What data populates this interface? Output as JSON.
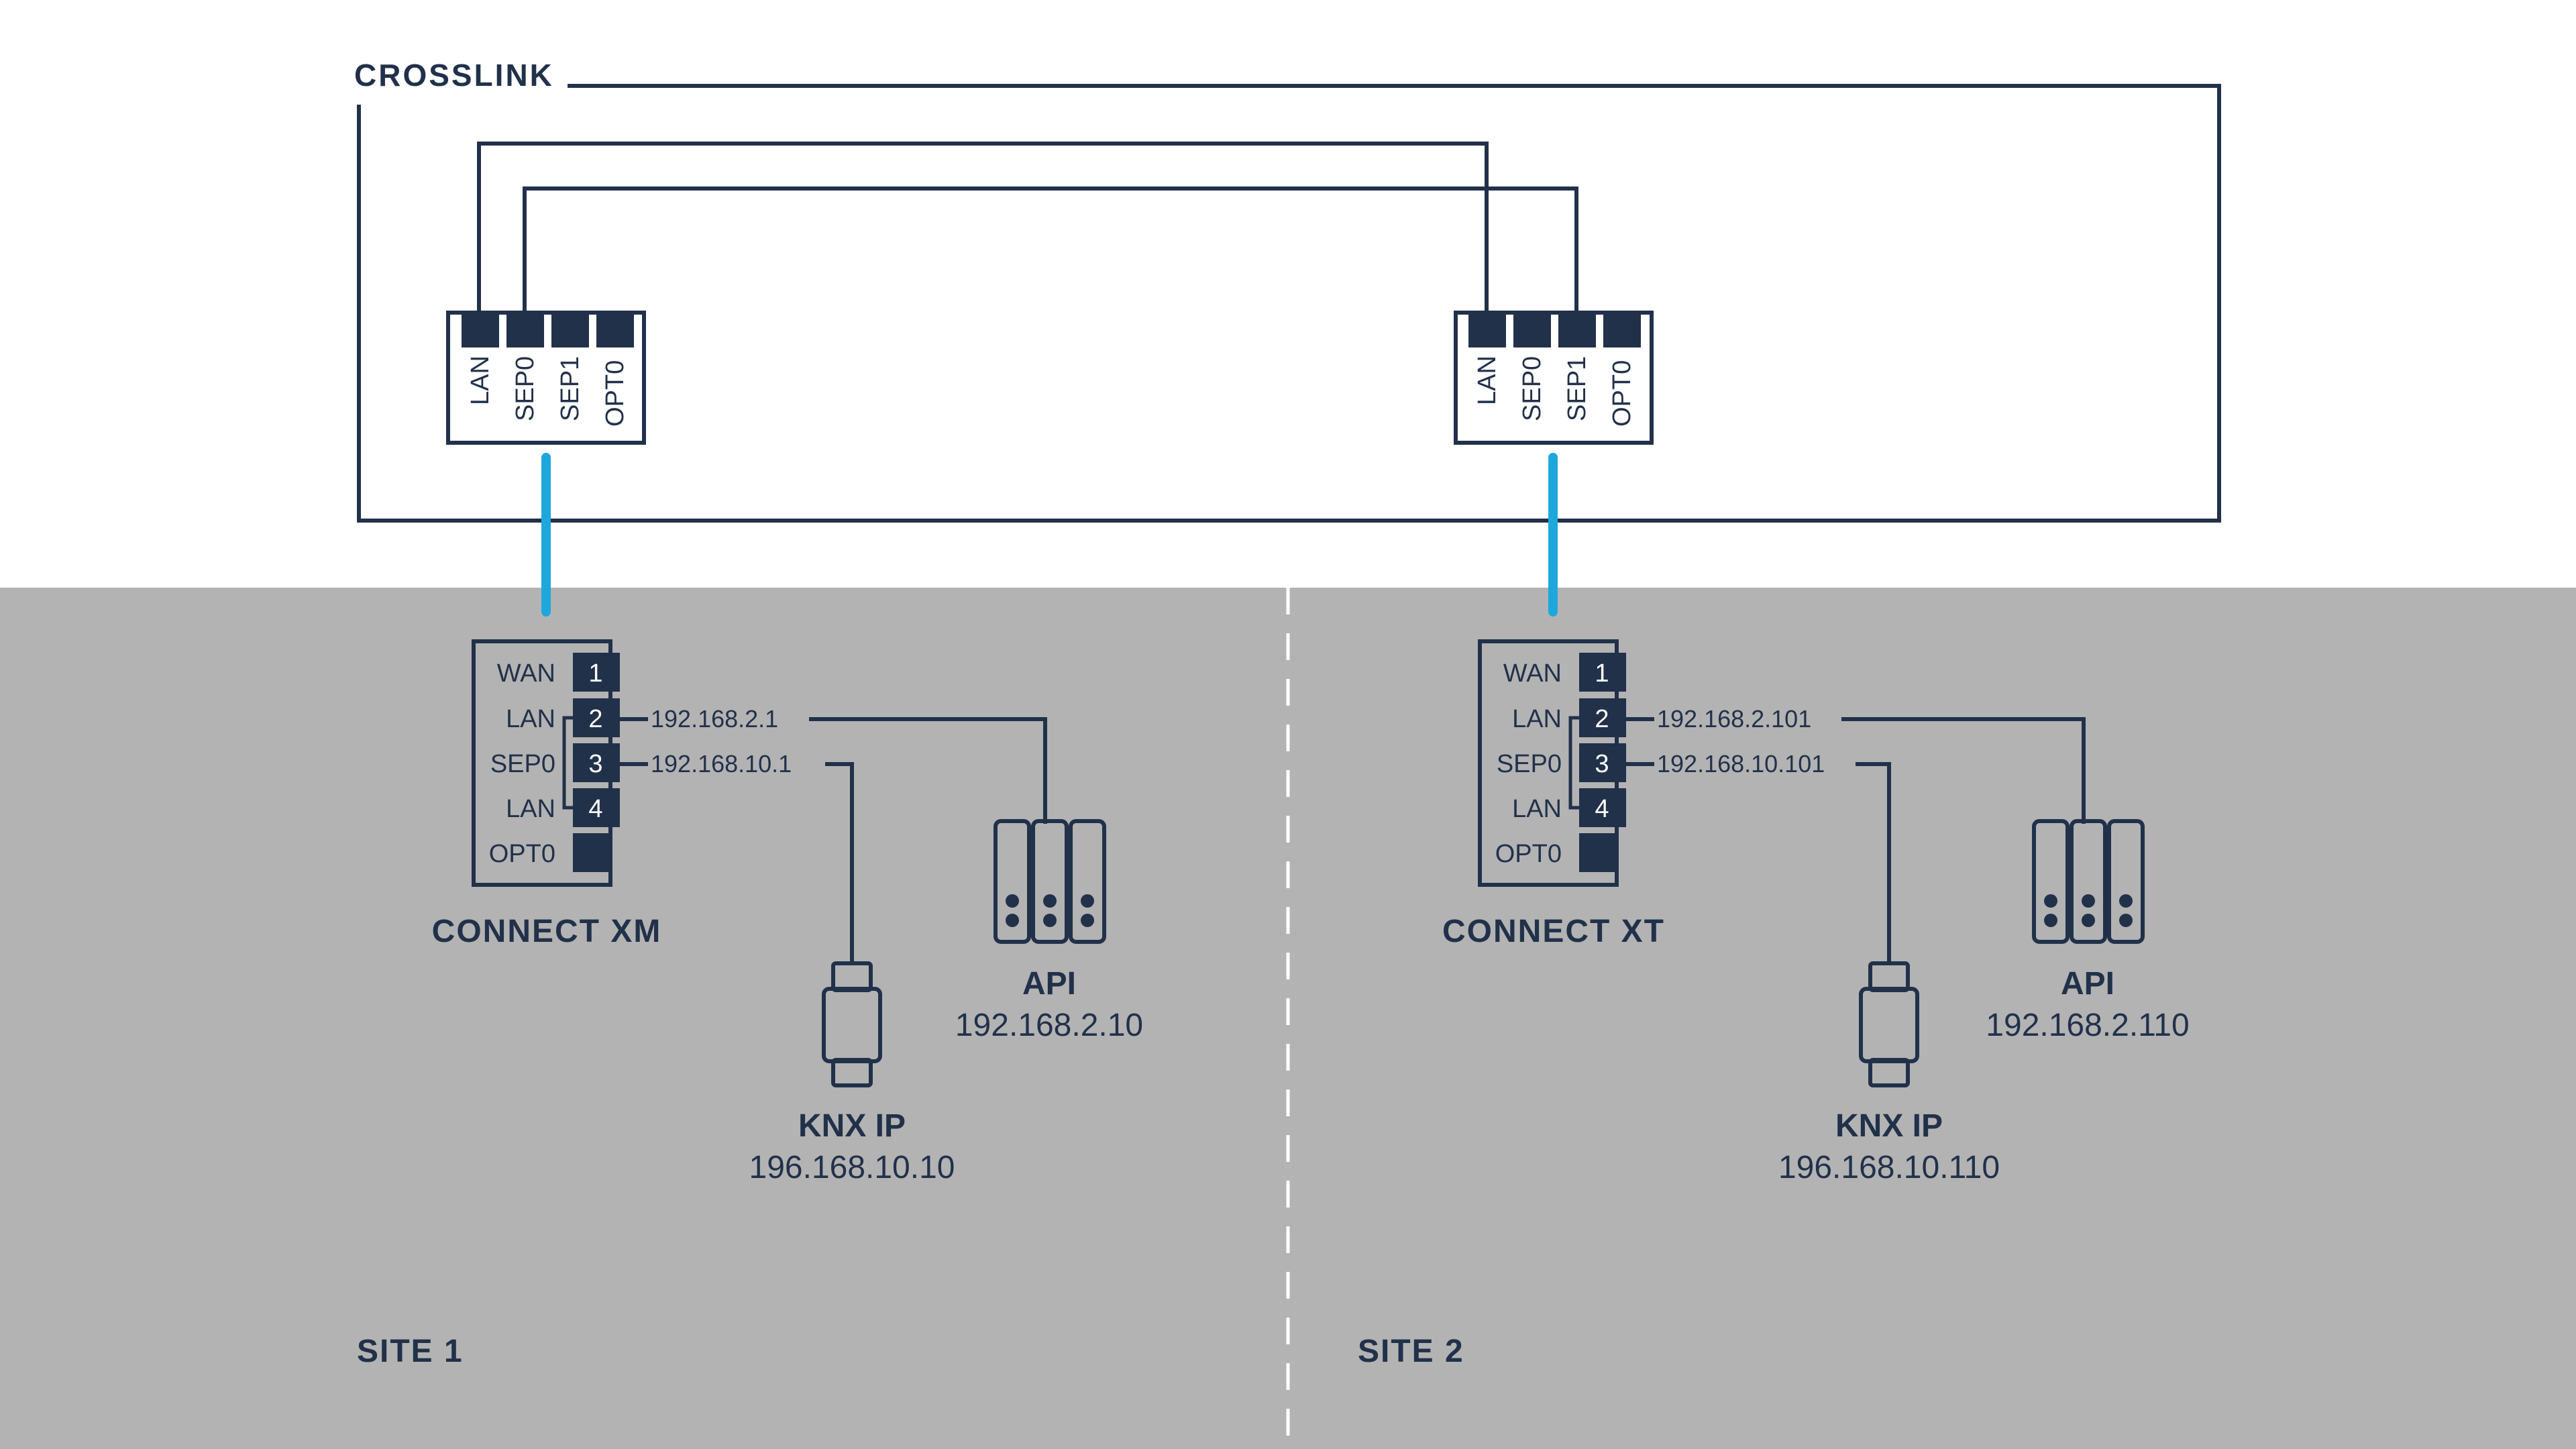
{
  "colors": {
    "ink": "#22314a",
    "accent": "#1ea7dc",
    "site_background": "#b3b3b3",
    "background": "#ffffff",
    "divider": "#ffffff"
  },
  "crosslink": {
    "label": "CROSSLINK"
  },
  "switch_ports": [
    "LAN",
    "SEP0",
    "SEP1",
    "OPT0"
  ],
  "site1": {
    "label": "SITE 1",
    "router": {
      "name": "CONNECT XM",
      "ports": [
        {
          "label": "WAN",
          "num": "1"
        },
        {
          "label": "LAN",
          "num": "2"
        },
        {
          "label": "SEP0",
          "num": "3"
        },
        {
          "label": "LAN",
          "num": "4"
        },
        {
          "label": "OPT0",
          "num": ""
        }
      ],
      "lan_ip": "192.168.2.1",
      "sep_ip": "192.168.10.1"
    },
    "api": {
      "name": "API",
      "ip": "192.168.2.10",
      "icon": "server-rack-icon"
    },
    "knx": {
      "name": "KNX IP",
      "ip": "196.168.10.10",
      "icon": "knx-device-icon"
    }
  },
  "site2": {
    "label": "SITE 2",
    "router": {
      "name": "CONNECT XT",
      "ports": [
        {
          "label": "WAN",
          "num": "1"
        },
        {
          "label": "LAN",
          "num": "2"
        },
        {
          "label": "SEP0",
          "num": "3"
        },
        {
          "label": "LAN",
          "num": "4"
        },
        {
          "label": "OPT0",
          "num": ""
        }
      ],
      "lan_ip": "192.168.2.101",
      "sep_ip": "192.168.10.101"
    },
    "api": {
      "name": "API",
      "ip": "192.168.2.110",
      "icon": "server-rack-icon"
    },
    "knx": {
      "name": "KNX IP",
      "ip": "196.168.10.110",
      "icon": "knx-device-icon"
    }
  }
}
